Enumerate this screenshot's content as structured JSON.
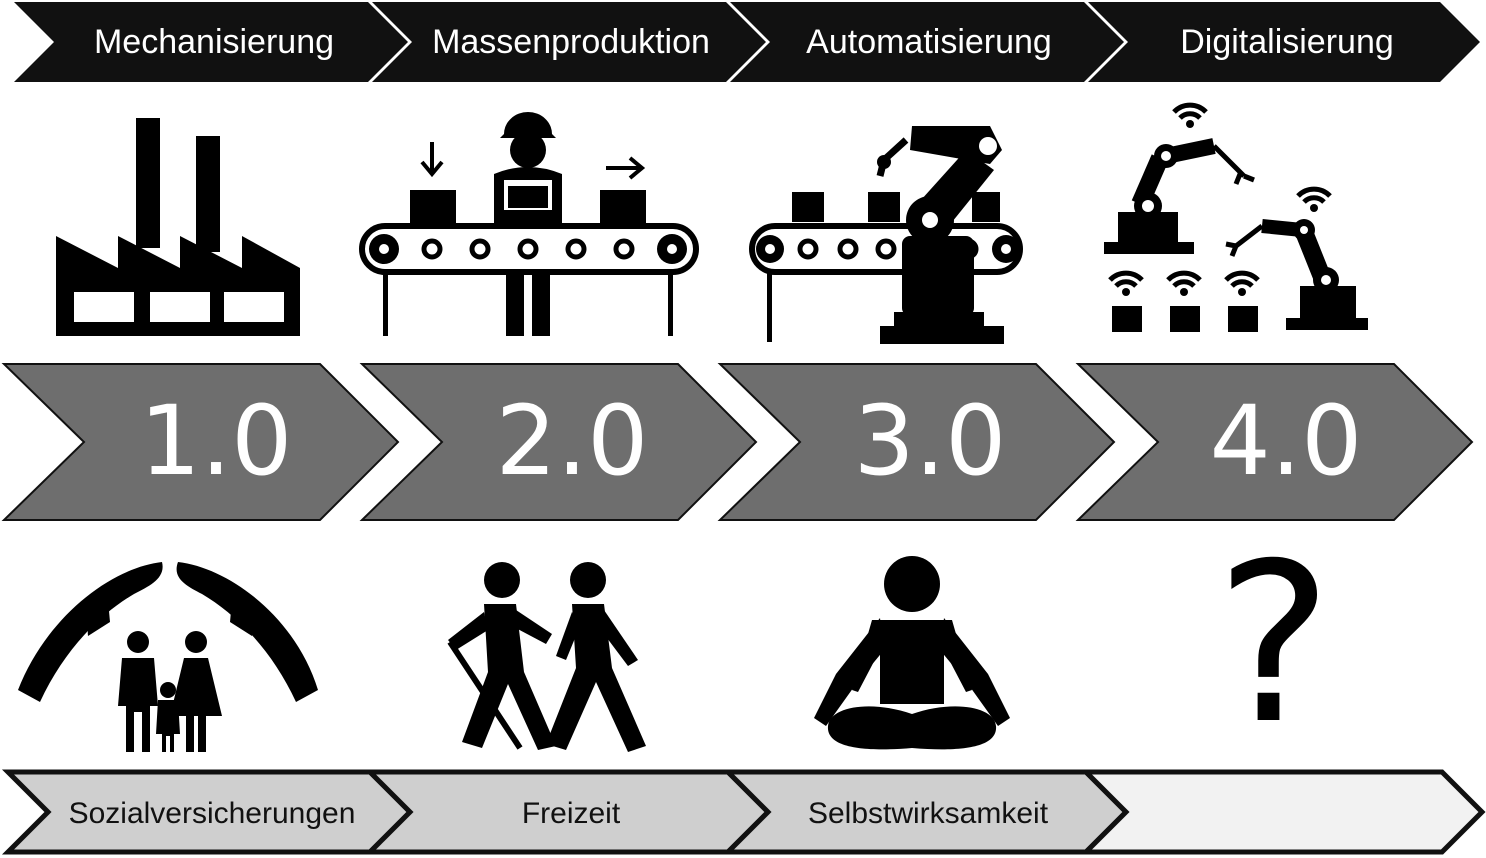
{
  "colors": {
    "top_chevron": "#111111",
    "middle_chevron": "#6e6e6e",
    "bottom_chevron_filled": "#cfcfcf",
    "bottom_chevron_empty": "#f2f2f2",
    "outline": "#111111",
    "icon": "#000000",
    "text_light": "#ffffff",
    "text_dark": "#111111"
  },
  "phases": [
    {
      "name": "Mechanisierung",
      "era": "1.0",
      "icon": "factory-icon",
      "effect": "Sozialversicherungen",
      "effect_icon": "family-protection-icon"
    },
    {
      "name": "Massenproduktion",
      "era": "2.0",
      "icon": "assembly-line-worker-icon",
      "effect": "Freizeit",
      "effect_icon": "hikers-icon"
    },
    {
      "name": "Automatisierung",
      "era": "3.0",
      "icon": "robot-arm-conveyor-icon",
      "effect": "Selbstwirksamkeit",
      "effect_icon": "meditation-icon"
    },
    {
      "name": "Digitalisierung",
      "era": "4.0",
      "icon": "connected-robots-icon",
      "effect": "",
      "effect_icon": "question-mark-icon"
    }
  ],
  "unknown_effect_symbol": "?"
}
